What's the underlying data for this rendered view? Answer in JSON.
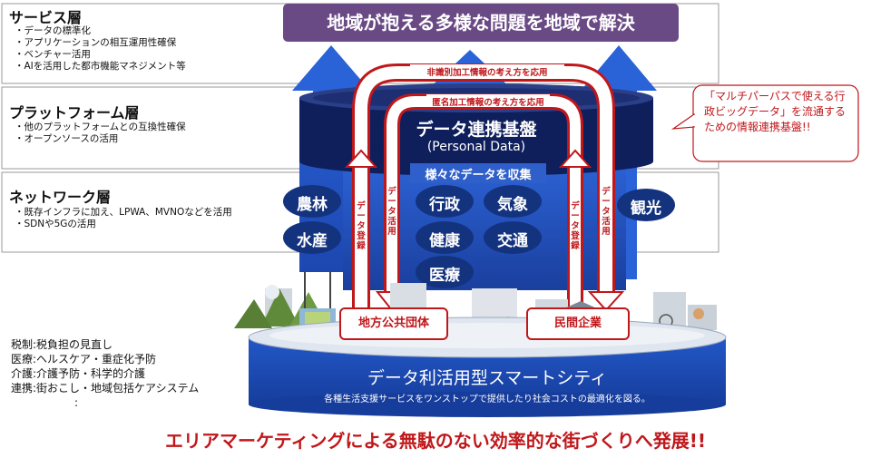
{
  "layers": {
    "service": {
      "title": "サービス層",
      "items": [
        "データの標準化",
        "アプリケーションの相互運用性確保",
        "ベンチャー活用",
        "AIを活用した都市機能マネジメント等"
      ]
    },
    "platform": {
      "title": "プラットフォーム層",
      "items": [
        "他のプラットフォームとの互換性確保",
        "オープンソースの活用"
      ]
    },
    "network": {
      "title": "ネットワーク層",
      "items": [
        "既存インフラに加え、LPWA、MVNOなどを活用",
        "SDNや5Gの活用"
      ]
    }
  },
  "top_banner": "地域が抱える多様な問題を地域で解決",
  "arrows": {
    "outer_label": "非識別加工情報の考え方を応用",
    "inner_label": "匿名加工情報の考え方を応用",
    "registration": "データ登録",
    "utilization": "データ活用"
  },
  "platform_cylinder": {
    "title": "データ連携基盤",
    "subtitle": "(Personal Data)",
    "collect": "様々なデータを収集"
  },
  "domains": {
    "agri": "農林",
    "fish": "水産",
    "gov": "行政",
    "weather": "気象",
    "health": "健康",
    "traffic": "交通",
    "medical": "医療",
    "tourism": "観光"
  },
  "callout": "「マルチパーパスで使える行政ビッグデータ」を流通するための情報連携基盤!!",
  "orgs": {
    "local_gov": "地方公共団体",
    "private": "民間企業"
  },
  "smart_city": {
    "title": "データ利活用型スマートシティ",
    "subtitle": "各種生活支援サービスをワンストップで提供したり社会コストの最適化を図る。"
  },
  "examples": [
    "税制:税負担の見直し",
    "医療:ヘルスケア・重症化予防",
    "介護:介護予防・科学的介護",
    "連携:街おこし・地域包括ケアシステム",
    "　:"
  ],
  "bottom_message": "エリアマーケティングによる無駄のない効率的な街づくりへ発展!!",
  "colors": {
    "navy": "#0e1f5c",
    "blue": "#1a49b5",
    "mid_blue": "#2a5fc9",
    "banner_purple": "#6a4a85",
    "accent_red": "#c0171b",
    "callout_border": "#c0171b"
  }
}
